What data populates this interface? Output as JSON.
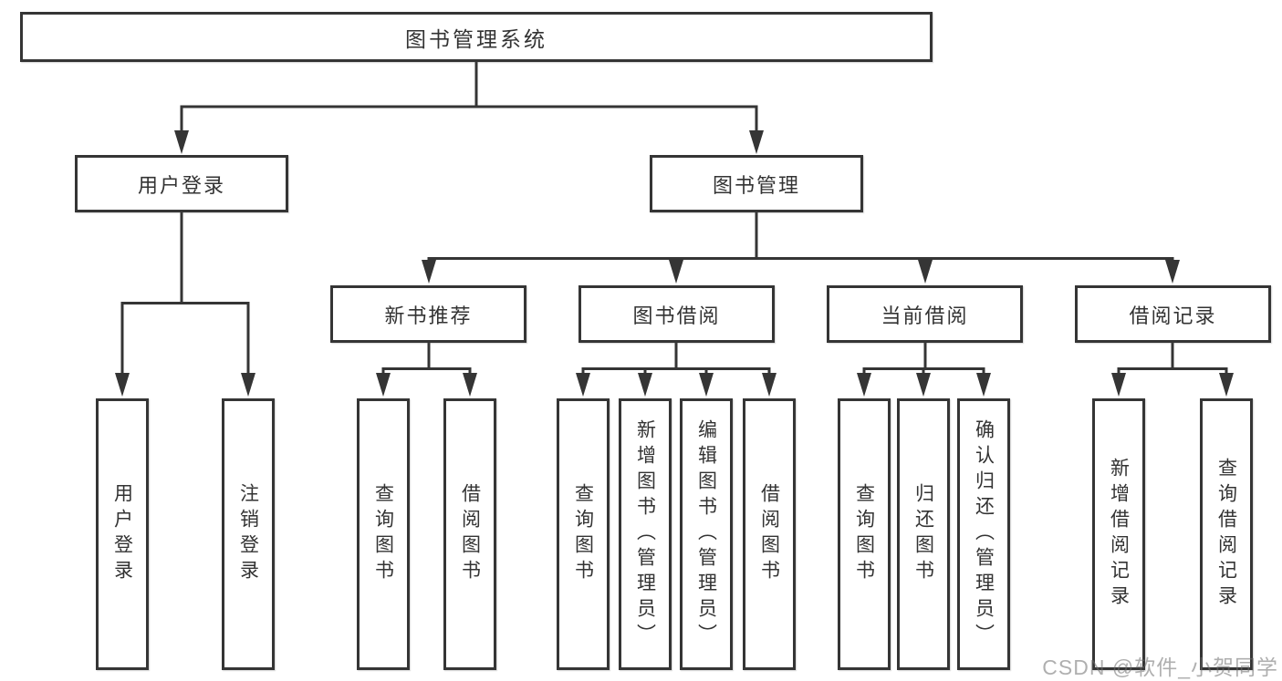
{
  "diagram_title": "图书管理系统",
  "tree": {
    "root": {
      "label": "图书管理系统"
    },
    "branches": [
      {
        "label": "用户登录",
        "children": [
          {
            "label": "用户登录"
          },
          {
            "label": "注销登录"
          }
        ]
      },
      {
        "label": "图书管理",
        "children": [
          {
            "label": "新书推荐",
            "children": [
              {
                "label": "查询图书"
              },
              {
                "label": "借阅图书"
              }
            ]
          },
          {
            "label": "图书借阅",
            "children": [
              {
                "label": "查询图书"
              },
              {
                "label": "新增图书（管理员）"
              },
              {
                "label": "编辑图书（管理员）"
              },
              {
                "label": "借阅图书"
              }
            ]
          },
          {
            "label": "当前借阅",
            "children": [
              {
                "label": "查询图书"
              },
              {
                "label": "归还图书"
              },
              {
                "label": "确认归还（管理员）"
              }
            ]
          },
          {
            "label": "借阅记录",
            "children": [
              {
                "label": "新增借阅记录"
              },
              {
                "label": "查询借阅记录"
              }
            ]
          }
        ]
      }
    ]
  },
  "watermark": "CSDN @软件_小贺同学",
  "colors": {
    "line": "#353535",
    "box_border": "#353535",
    "text": "#333333",
    "background": "#ffffff",
    "watermark": "#a3a3a3"
  }
}
